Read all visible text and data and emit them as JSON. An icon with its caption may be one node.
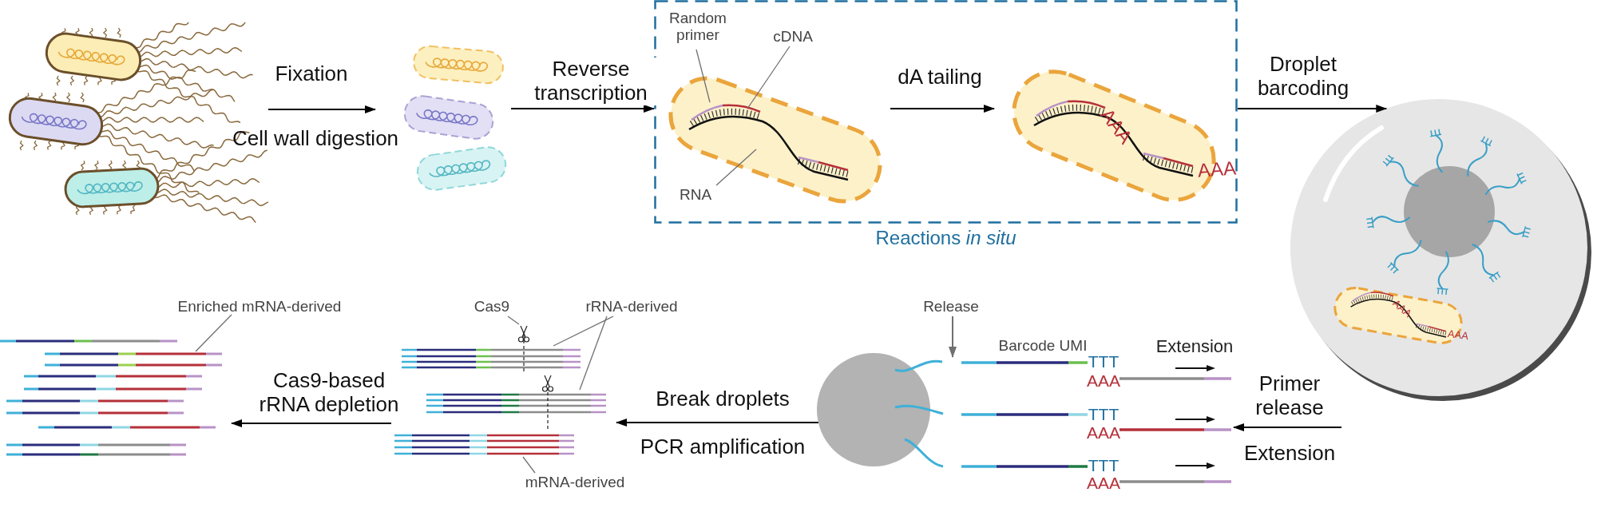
{
  "diagram": {
    "nodes": [
      {
        "text": [],
        "shape": "picture"
      },
      {
        "text": [],
        "shape": "picture"
      },
      {
        "text": [
          "Reactions *in situ*"
        ]
      },
      {
        "text": [],
        "shape": "picture",
        "in": 2
      },
      {
        "text": [],
        "shape": "picture",
        "in": 2
      },
      {
        "text": [
          "Random primer"
        ],
        "in": 2
      },
      {
        "text": [
          "cDNA"
        ],
        "in": 2
      },
      {
        "text": [
          "RNA"
        ],
        "in": 3
      },
      {
        "text": [],
        "shape": "picture"
      },
      {
        "text": [
          "Release"
        ]
      },
      {
        "text": [],
        "shape": "circle"
      },
      {
        "text": [],
        "shape": "picture"
      },
      {
        "text": [
          "Enriched mRNA-derived"
        ]
      },
      {
        "text": [],
        "shape": "picture"
      },
      {
        "text": [
          "Cas9"
        ]
      },
      {
        "text": [
          "rRNA-derived"
        ]
      },
      {
        "text": [],
        "shape": "picture"
      },
      {
        "text": [],
        "shape": "picture"
      },
      {
        "text": [],
        "shape": "picture"
      },
      {
        "text": [
          "mRNA-derived"
        ]
      }
    ],
    "edges": [
      {
        "from": 0,
        "to": 1,
        "arrow": "to",
        "label": "Fixation",
        "color": "#000000"
      },
      {
        "from": 1,
        "to": 2,
        "arrow": "to",
        "label": "Reverse transcription",
        "color": "#000000"
      },
      {
        "from": 3,
        "to": 4,
        "arrow": "to",
        "label": "dA tailing",
        "color": "#000000"
      },
      {
        "from": 2,
        "to": 8,
        "arrow": "to",
        "label": "Droplet barcoding",
        "color": "#000000"
      },
      {
        "from": null,
        "to": 11,
        "arrow": "to",
        "label": "Primer release",
        "color": "#000000"
      },
      {
        "from": 10,
        "to": 17,
        "arrow": "to",
        "label": "Break droplets",
        "color": "#000000"
      },
      {
        "from": 18,
        "to": 13,
        "arrow": "to",
        "label": "Cas9-based rRNA depletion",
        "color": "#000000"
      },
      {
        "from": 5,
        "to": 3,
        "arrow": "none"
      },
      {
        "from": 6,
        "to": 3,
        "arrow": "none"
      },
      {
        "from": 7,
        "to": 3,
        "arrow": "none"
      },
      {
        "from": 9,
        "to": 10,
        "arrow": "to"
      },
      {
        "from": 14,
        "to": 16,
        "arrow": "none"
      },
      {
        "from": 15,
        "to": 16,
        "arrow": "none"
      },
      {
        "from": 15,
        "to": 17,
        "arrow": "none"
      },
      {
        "from": 19,
        "to": 18,
        "arrow": "none"
      },
      {
        "from": 12,
        "to": 13,
        "arrow": "none"
      }
    ],
    "labels": [
      "Cell wall digestion",
      "AAA",
      "AAA",
      "AAA",
      "AAA",
      "Barcode UMI",
      "Extension",
      "TTT",
      "AAA",
      "TTT",
      "AAA",
      "TTT",
      "AAA",
      "Extension",
      "PCR amplification"
    ]
  }
}
